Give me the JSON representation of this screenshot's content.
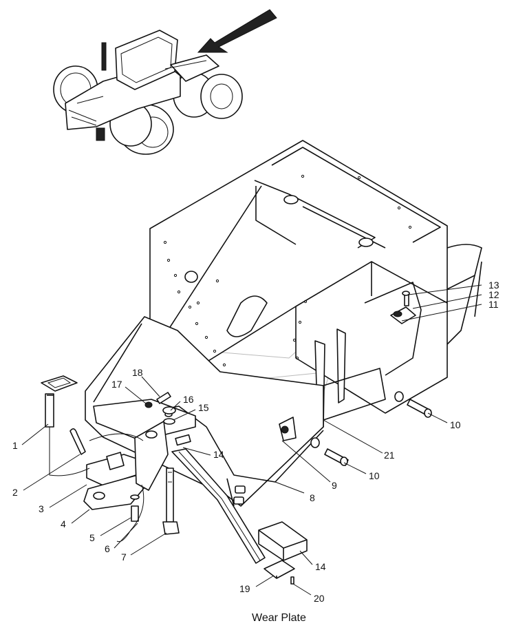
{
  "caption": "Wear Plate",
  "callouts": [
    "1",
    "2",
    "3",
    "4",
    "5",
    "6",
    "7",
    "8",
    "9",
    "10",
    "10",
    "11",
    "12",
    "13",
    "14",
    "14",
    "15",
    "16",
    "17",
    "18",
    "19",
    "20",
    "21"
  ],
  "icons": {
    "tractor": "tractor-locator-icon",
    "arrow": "location-arrow-icon"
  }
}
